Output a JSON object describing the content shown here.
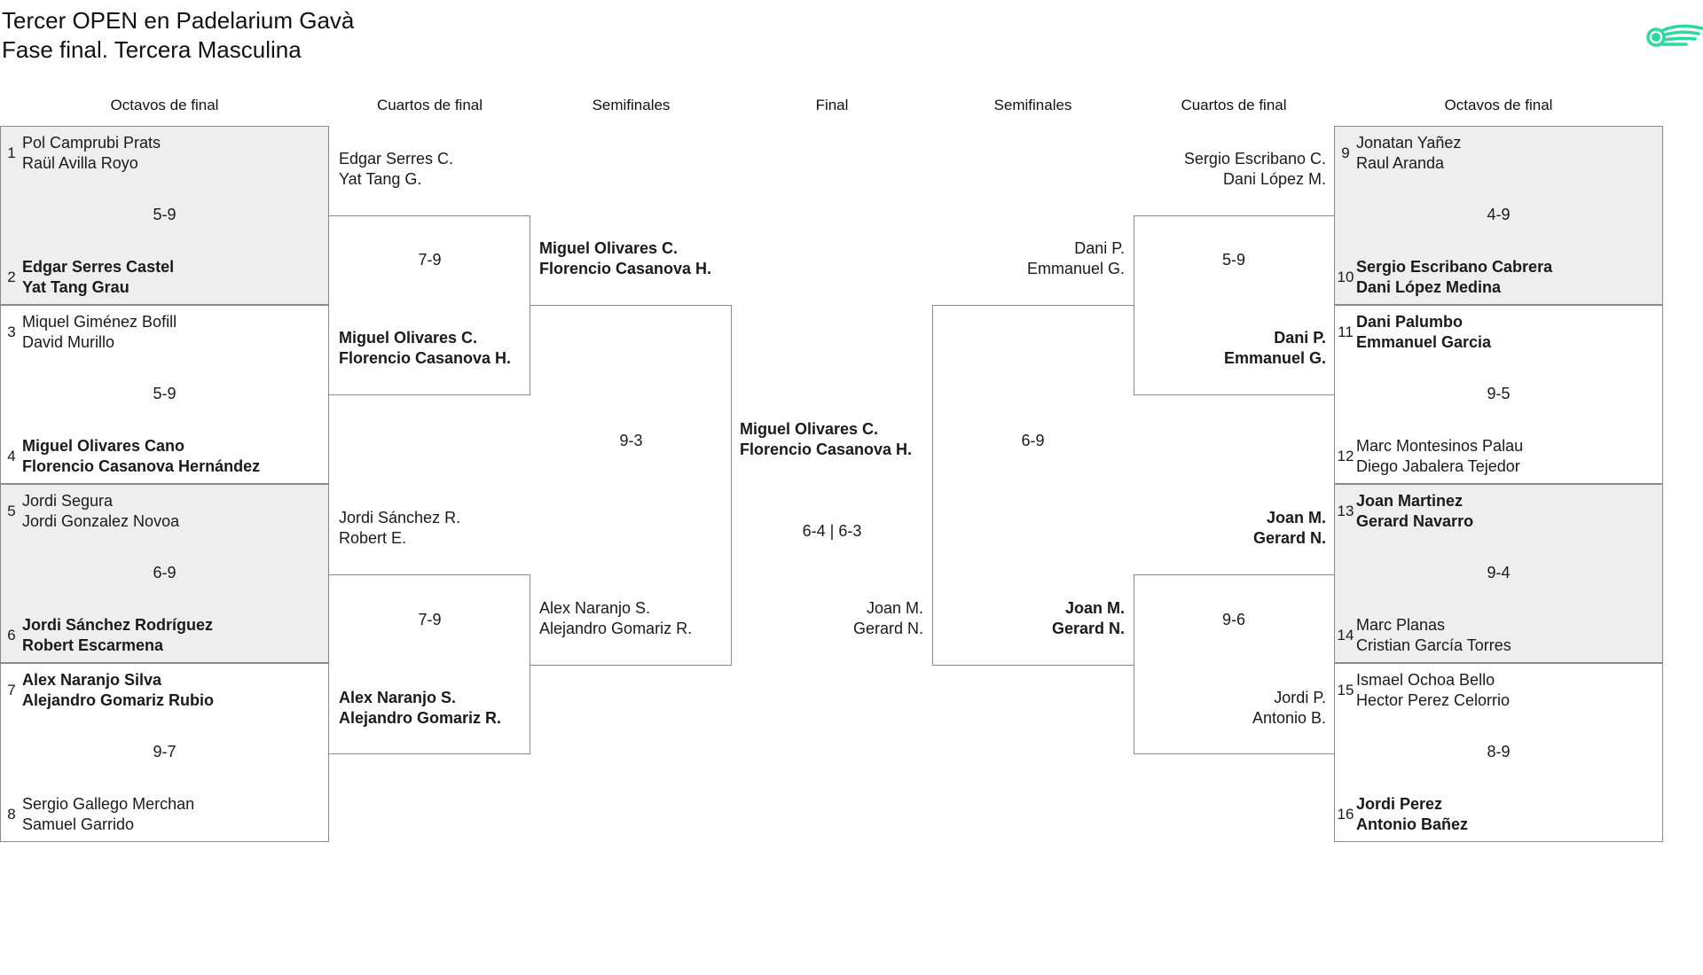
{
  "header": {
    "title": "Tercer OPEN en Padelarium Gavà",
    "subtitle": "Fase final. Tercera Masculina"
  },
  "logo": {
    "icon": "padel-ball-logo-icon",
    "color": "#2ed9a0"
  },
  "colors": {
    "grey_box": "#eeeeee",
    "border": "#8a8a8a"
  },
  "columns": {
    "left_r16": "Octavos de final",
    "left_qf": "Cuartos de final",
    "left_sf": "Semifinales",
    "final": "Final",
    "right_sf": "Semifinales",
    "right_qf": "Cuartos de final",
    "right_r16": "Octavos de final"
  },
  "r16": [
    {
      "top_seed": "1",
      "top_name1": "Pol Camprubi Prats",
      "top_name2": "Raül Avilla Royo",
      "score": "5-9",
      "bot_seed": "2",
      "bot_name1": "Edgar Serres Castel",
      "bot_name2": "Yat Tang Grau",
      "winner": "bottom"
    },
    {
      "top_seed": "3",
      "top_name1": "Miquel Giménez Bofill",
      "top_name2": "David Murillo",
      "score": "5-9",
      "bot_seed": "4",
      "bot_name1": "Miguel Olivares Cano",
      "bot_name2": "Florencio Casanova Hernández",
      "winner": "bottom"
    },
    {
      "top_seed": "5",
      "top_name1": "Jordi Segura",
      "top_name2": "Jordi Gonzalez Novoa",
      "score": "6-9",
      "bot_seed": "6",
      "bot_name1": "Jordi Sánchez Rodríguez",
      "bot_name2": "Robert Escarmena",
      "winner": "bottom"
    },
    {
      "top_seed": "7",
      "top_name1": "Alex Naranjo Silva",
      "top_name2": "Alejandro Gomariz Rubio",
      "score": "9-7",
      "bot_seed": "8",
      "bot_name1": "Sergio Gallego Merchan",
      "bot_name2": "Samuel Garrido",
      "winner": "top"
    },
    {
      "top_seed": "9",
      "top_name1": "Jonatan Yañez",
      "top_name2": "Raul Aranda",
      "score": "4-9",
      "bot_seed": "10",
      "bot_name1": "Sergio Escribano Cabrera",
      "bot_name2": "Dani López Medina",
      "winner": "bottom"
    },
    {
      "top_seed": "11",
      "top_name1": "Dani Palumbo",
      "top_name2": "Emmanuel Garcia",
      "score": "9-5",
      "bot_seed": "12",
      "bot_name1": "Marc Montesinos Palau",
      "bot_name2": "Diego Jabalera Tejedor",
      "winner": "top"
    },
    {
      "top_seed": "13",
      "top_name1": "Joan Martinez",
      "top_name2": "Gerard Navarro",
      "score": "9-4",
      "bot_seed": "14",
      "bot_name1": "Marc Planas",
      "bot_name2": "Cristian García Torres",
      "winner": "top"
    },
    {
      "top_seed": "15",
      "top_name1": "Ismael Ochoa Bello",
      "top_name2": "Hector Perez Celorrio",
      "score": "8-9",
      "bot_seed": "16",
      "bot_name1": "Jordi Perez",
      "bot_name2": "Antonio Bañez",
      "winner": "bottom"
    }
  ],
  "qf": [
    {
      "top_name1": "Edgar Serres C.",
      "top_name2": "Yat Tang G.",
      "score": "7-9",
      "bot_name1": "Miguel Olivares C.",
      "bot_name2": "Florencio Casanova H.",
      "winner": "bottom"
    },
    {
      "top_name1": "Jordi Sánchez R.",
      "top_name2": "Robert E.",
      "score": "7-9",
      "bot_name1": "Alex Naranjo S.",
      "bot_name2": "Alejandro Gomariz R.",
      "winner": "bottom"
    },
    {
      "top_name1": "Sergio Escribano C.",
      "top_name2": "Dani López M.",
      "score": "5-9",
      "bot_name1": "Dani P.",
      "bot_name2": "Emmanuel G.",
      "winner": "bottom"
    },
    {
      "top_name1": "Joan M.",
      "top_name2": "Gerard N.",
      "score": "9-6",
      "bot_name1": "Jordi P.",
      "bot_name2": "Antonio B.",
      "winner": "top"
    }
  ],
  "sf": [
    {
      "top_name1": "Miguel Olivares C.",
      "top_name2": "Florencio Casanova H.",
      "score": "9-3",
      "bot_name1": "Alex Naranjo S.",
      "bot_name2": "Alejandro Gomariz R.",
      "winner": "top"
    },
    {
      "top_name1": "Dani P.",
      "top_name2": "Emmanuel G.",
      "score": "6-9",
      "bot_name1": "Joan M.",
      "bot_name2": "Gerard N.",
      "winner": "bottom"
    }
  ],
  "final": {
    "top_name1": "Miguel Olivares C.",
    "top_name2": "Florencio Casanova H.",
    "score": "6-4 | 6-3",
    "bot_name1": "Joan M.",
    "bot_name2": "Gerard N.",
    "winner": "top"
  }
}
